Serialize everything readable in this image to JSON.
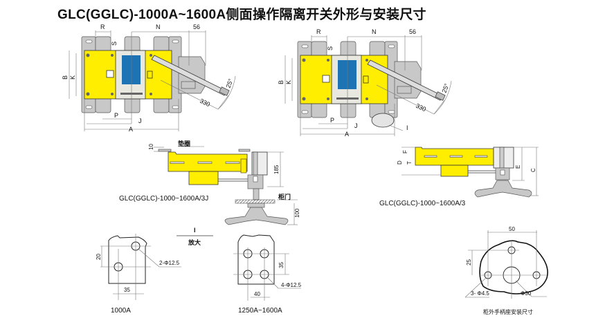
{
  "title": "GLC(GGLC)-1000A~1600A侧面操作隔离开关外形与安装尺寸",
  "top_view": {
    "labels": {
      "R": "R",
      "N": "N",
      "d56": "56",
      "S": "S",
      "B": "B",
      "K": "K",
      "P": "P",
      "J": "J",
      "A": "A",
      "d330": "330",
      "angle": "25°"
    },
    "extra_label_I": "I"
  },
  "side_view_3j": {
    "caption": "GLC(GGLC)-1000~1600A/3J",
    "washer": "垫圈",
    "d10": "10",
    "d185": "185",
    "door": "柜门",
    "d100": "100"
  },
  "side_view_3": {
    "caption": "GLC(GGLC)-1000~1600A/3",
    "D": "D",
    "F": "F",
    "T": "T",
    "E": "E",
    "C": "C"
  },
  "detail": {
    "mark": "I",
    "label": "放大"
  },
  "terminal_1000": {
    "caption": "1000A",
    "d20": "20",
    "d35": "35",
    "holes": "2-Φ12.5"
  },
  "terminal_1600": {
    "caption": "1250A~1600A",
    "d35": "35",
    "d40": "40",
    "holes": "4-Φ12.5"
  },
  "handle_base": {
    "caption": "柜外手柄座安装尺寸",
    "d50": "50",
    "d25": "25",
    "holes": "3- Φ4.5",
    "center": "Φ30"
  },
  "colors": {
    "body": "#ffee00",
    "display": "#1e73b4",
    "metal": "#c8c8c8"
  }
}
